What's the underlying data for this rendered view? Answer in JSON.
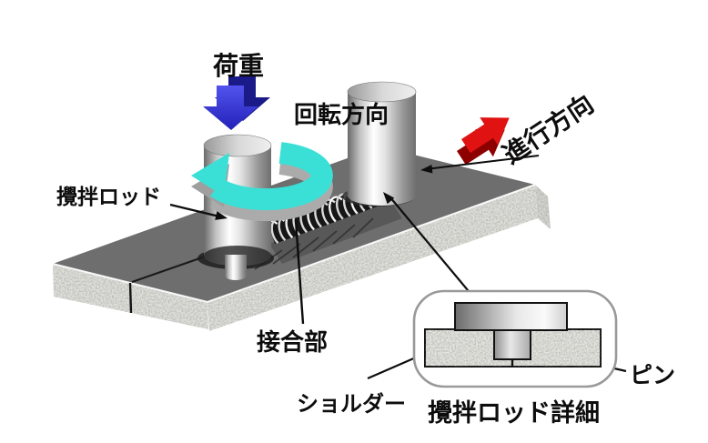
{
  "figure": {
    "labels": {
      "load": "荷重",
      "rotation_direction": "回転方向",
      "travel_direction": "進行方向",
      "stir_rod": "攪拌ロッド",
      "joint": "接合部",
      "shoulder": "ショルダー",
      "pin": "ピン",
      "detail_caption": "攪拌ロッド詳細"
    },
    "colors": {
      "load_arrow": "#3b3be0",
      "load_arrow_shade": "#1a1a88",
      "rotation_arrow": "#3ae0d6",
      "rotation_arrow_side": "#ababab",
      "travel_arrow": "#e01212",
      "travel_arrow_shade": "#8c0000",
      "plate_top": "#6e6e6e",
      "plate_face": "#e2e2dd",
      "leader_line": "#0d0d0d",
      "inset_border": "#999999",
      "background": "#ffffff"
    }
  }
}
